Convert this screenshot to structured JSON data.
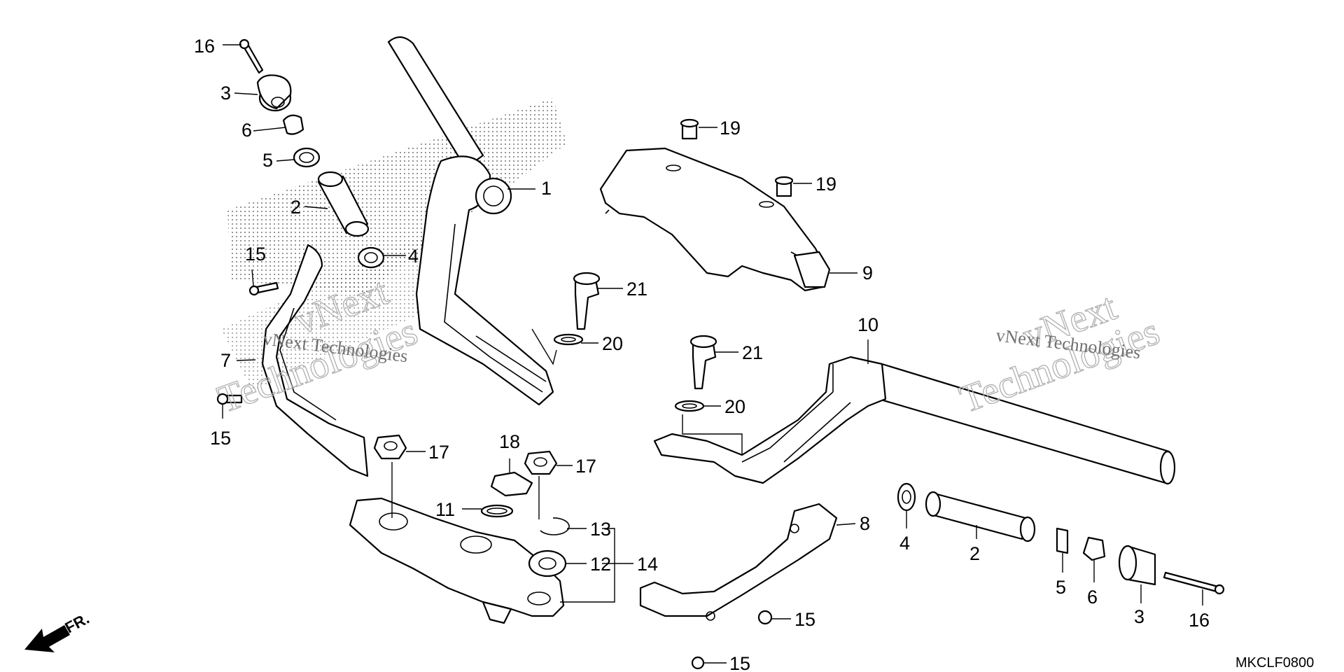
{
  "diagram": {
    "code": "MKCLF0800",
    "front_marker": "FR.",
    "watermark": {
      "line1": "vNext",
      "line2": "Technologies",
      "small": "vNext Technologies"
    },
    "callouts": [
      {
        "id": "c1",
        "label": "1"
      },
      {
        "id": "c2a",
        "label": "2"
      },
      {
        "id": "c2b",
        "label": "2"
      },
      {
        "id": "c3a",
        "label": "3"
      },
      {
        "id": "c3b",
        "label": "3"
      },
      {
        "id": "c4a",
        "label": "4"
      },
      {
        "id": "c4b",
        "label": "4"
      },
      {
        "id": "c5a",
        "label": "5"
      },
      {
        "id": "c5b",
        "label": "5"
      },
      {
        "id": "c6a",
        "label": "6"
      },
      {
        "id": "c6b",
        "label": "6"
      },
      {
        "id": "c7",
        "label": "7"
      },
      {
        "id": "c8",
        "label": "8"
      },
      {
        "id": "c9",
        "label": "9"
      },
      {
        "id": "c10",
        "label": "10"
      },
      {
        "id": "c11",
        "label": "11"
      },
      {
        "id": "c12",
        "label": "12"
      },
      {
        "id": "c13",
        "label": "13"
      },
      {
        "id": "c14",
        "label": "14"
      },
      {
        "id": "c15a",
        "label": "15"
      },
      {
        "id": "c15b",
        "label": "15"
      },
      {
        "id": "c15c",
        "label": "15"
      },
      {
        "id": "c15d",
        "label": "15"
      },
      {
        "id": "c16a",
        "label": "16"
      },
      {
        "id": "c16b",
        "label": "16"
      },
      {
        "id": "c17a",
        "label": "17"
      },
      {
        "id": "c17b",
        "label": "17"
      },
      {
        "id": "c18",
        "label": "18"
      },
      {
        "id": "c19a",
        "label": "19"
      },
      {
        "id": "c19b",
        "label": "19"
      },
      {
        "id": "c20a",
        "label": "20"
      },
      {
        "id": "c20b",
        "label": "20"
      },
      {
        "id": "c21a",
        "label": "21"
      },
      {
        "id": "c21b",
        "label": "21"
      }
    ]
  }
}
